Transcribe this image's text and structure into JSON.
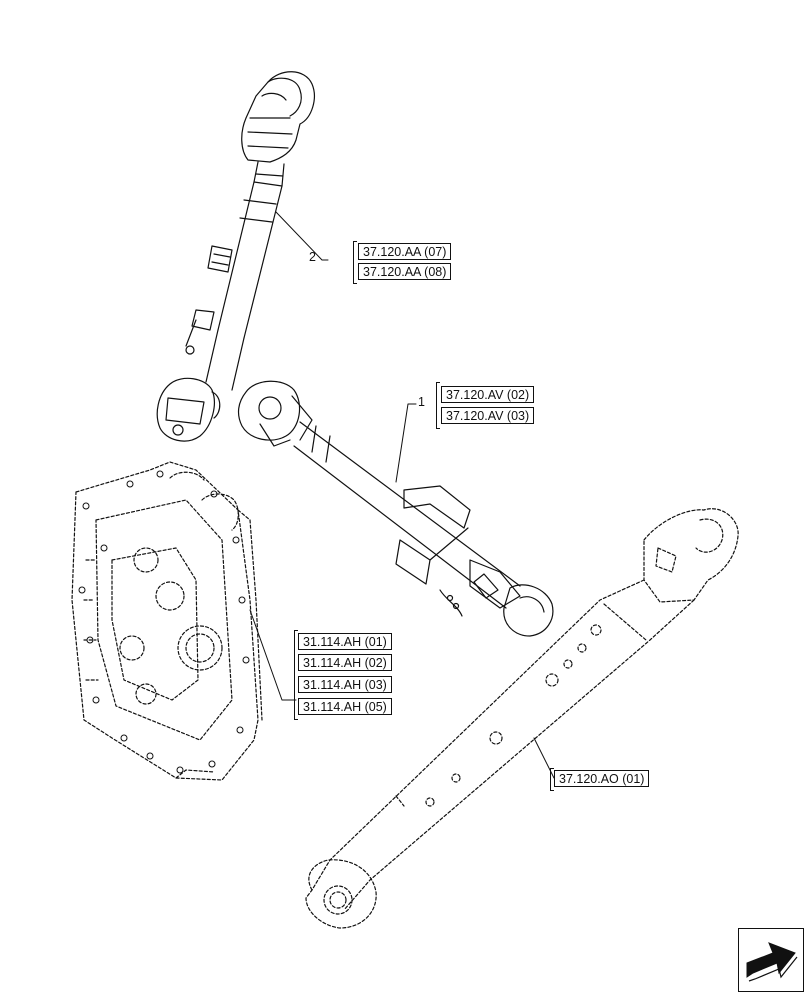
{
  "callouts": {
    "item_1": "1",
    "item_2": "2"
  },
  "refs": {
    "group_2": [
      "37.120.AA (07)",
      "37.120.AA (08)"
    ],
    "group_1": [
      "37.120.AV (02)",
      "37.120.AV (03)"
    ],
    "group_housing": [
      "31.114.AH (01)",
      "31.114.AH (02)",
      "31.114.AH (03)",
      "31.114.AH (05)"
    ],
    "group_arm": [
      "37.120.AO (01)"
    ]
  },
  "icons": {
    "nav": "next-page-arrow-icon"
  }
}
